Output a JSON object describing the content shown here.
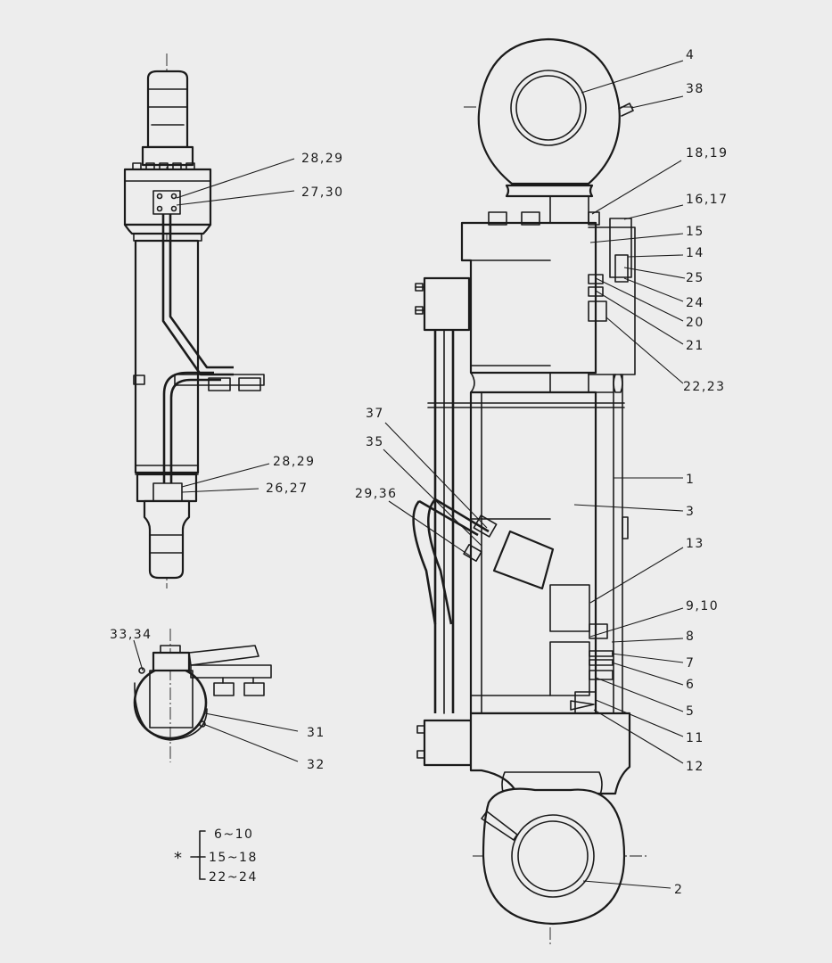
{
  "labels": {
    "l4": "4",
    "l38": "38",
    "l18_19": "18,19",
    "l16_17": "16,17",
    "l15": "15",
    "l14": "14",
    "l25": "25",
    "l24": "24",
    "l20": "20",
    "l21": "21",
    "l22_23": "22,23",
    "l1": "1",
    "l3": "3",
    "l13": "13",
    "l9_10": "9,10",
    "l8": "8",
    "l7": "7",
    "l6": "6",
    "l5": "5",
    "l11": "11",
    "l12": "12",
    "l2": "2",
    "l37": "37",
    "l35": "35",
    "l29_36": "29,36",
    "l28_29_a": "28,29",
    "l27_30": "27,30",
    "l28_29_b": "28,29",
    "l26_27": "26,27",
    "l33_34": "33,34",
    "l31": "31",
    "l32": "32"
  },
  "kit_note": {
    "symbol": "*",
    "ranges": [
      "6~10",
      "15~18",
      "22~24"
    ]
  }
}
